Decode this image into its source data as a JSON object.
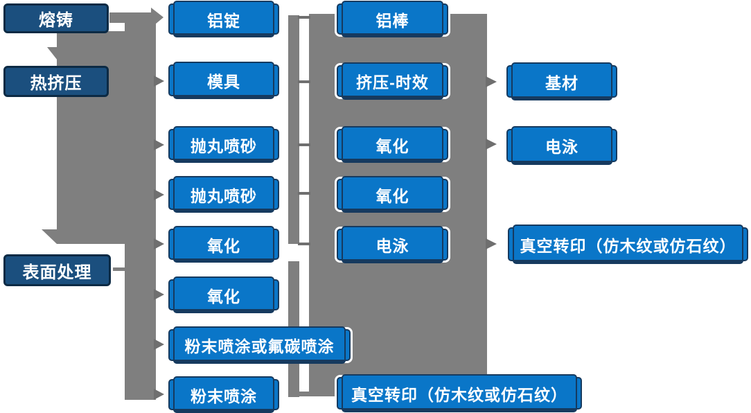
{
  "diagram": {
    "type": "flowchart",
    "language": "zh-CN",
    "colors": {
      "process_box_blue": "#0a76c8",
      "stage_box_navy": "#1b4f7e",
      "box_border_navy": "#163a5f",
      "connector_gray": "#7f7f7f",
      "arrow_gray": "#6f6f6f",
      "text_white": "#ffffff",
      "background": "#ffffff"
    },
    "nodes": {
      "rongzhu": {
        "label": "熔铸"
      },
      "rejiya": {
        "label": "热挤压"
      },
      "biaomianchuli": {
        "label": "表面处理"
      },
      "lvding": {
        "label": "铝锭"
      },
      "muju": {
        "label": "模具"
      },
      "paowan1": {
        "label": "抛丸喷砂"
      },
      "paowan2": {
        "label": "抛丸喷砂"
      },
      "yanghua_c2a": {
        "label": "氧化"
      },
      "yanghua_c2b": {
        "label": "氧化"
      },
      "fenmo_futan": {
        "label": "粉末喷涂或氟碳喷涂"
      },
      "fenmo": {
        "label": "粉末喷涂"
      },
      "lvbang": {
        "label": "铝棒"
      },
      "jiya_shixiao": {
        "label": "挤压-时效"
      },
      "yanghua_c3a": {
        "label": "氧化"
      },
      "yanghua_c3b": {
        "label": "氧化"
      },
      "dianyong_c3": {
        "label": "电泳"
      },
      "zhenkong_c3": {
        "label": "真空转印（仿木纹或仿石纹）"
      },
      "jicai": {
        "label": "基材"
      },
      "dianyong_c4": {
        "label": "电泳"
      },
      "zhenkong_c4": {
        "label": "真空转印（仿木纹或仿石纹）"
      }
    },
    "edges": [
      "熔铸 → 铝锭",
      "熔铸 → 热挤压",
      "热挤压 → 模具",
      "热挤压 → 抛丸喷砂",
      "热挤压 → 抛丸喷砂",
      "热挤压 → 氧化",
      "热挤压 → 表面处理",
      "表面处理 → 氧化",
      "表面处理 → 粉末喷涂或氟碳喷涂",
      "表面处理 → 粉末喷涂",
      "铝锭 — 铝棒",
      "模具 — 挤压-时效",
      "抛丸喷砂 — 氧化",
      "抛丸喷砂 — 氧化",
      "氧化 — 电泳",
      "粉末喷涂 — 真空转印（仿木纹或仿石纹）",
      "挤压-时效 → 基材",
      "氧化 → 电泳",
      "电泳 → 真空转印（仿木纹或仿石纹）"
    ]
  }
}
